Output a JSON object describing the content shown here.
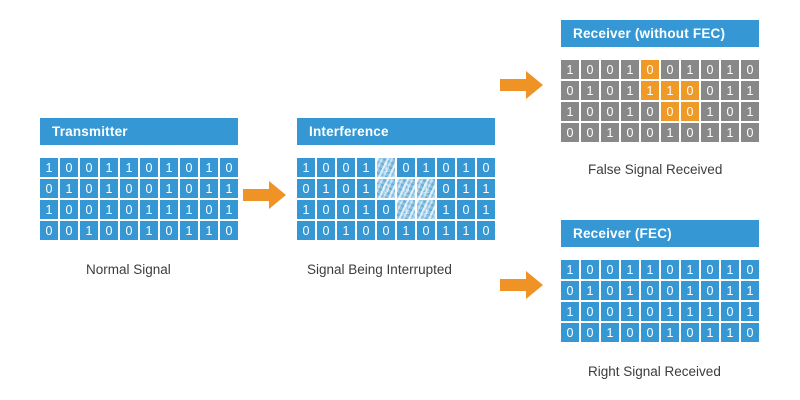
{
  "colors": {
    "panel_blue": "#3598d4",
    "cell_blue": "#3598d4",
    "cell_gray": "#888888",
    "cell_orange": "#ef9a27",
    "arrow_orange": "#ef9327",
    "caption_text": "#3c3c3c"
  },
  "panels": {
    "transmitter": {
      "title": "Transmitter",
      "caption": "Normal Signal",
      "rows": [
        "1001101010",
        "0101001011",
        "1001011101",
        "0010010110"
      ]
    },
    "interference": {
      "title": "Interference",
      "caption": "Signal Being Interrupted",
      "rows": [
        "1001101010",
        "0101001011",
        "1001011101",
        "0010010110"
      ],
      "noise_cells": [
        [
          0,
          4
        ],
        [
          1,
          4
        ],
        [
          1,
          5
        ],
        [
          1,
          6
        ],
        [
          2,
          5
        ],
        [
          2,
          6
        ]
      ]
    },
    "receiver_without_fec": {
      "title": "Receiver (without FEC)",
      "caption": "False Signal Received",
      "rows": [
        "1001001010",
        "0101110011",
        "1001000101",
        "0010010110"
      ],
      "error_cells": [
        [
          0,
          4
        ],
        [
          1,
          4
        ],
        [
          1,
          5
        ],
        [
          1,
          6
        ],
        [
          2,
          5
        ],
        [
          2,
          6
        ]
      ]
    },
    "receiver_fec": {
      "title": "Receiver (FEC)",
      "caption": "Right Signal Received",
      "rows": [
        "1001101010",
        "0101001011",
        "1001011101",
        "0010010110"
      ]
    }
  },
  "arrows": [
    {
      "name": "arrow-transmitter-to-interference"
    },
    {
      "name": "arrow-interference-to-receiver-without-fec"
    },
    {
      "name": "arrow-interference-to-receiver-fec"
    }
  ]
}
